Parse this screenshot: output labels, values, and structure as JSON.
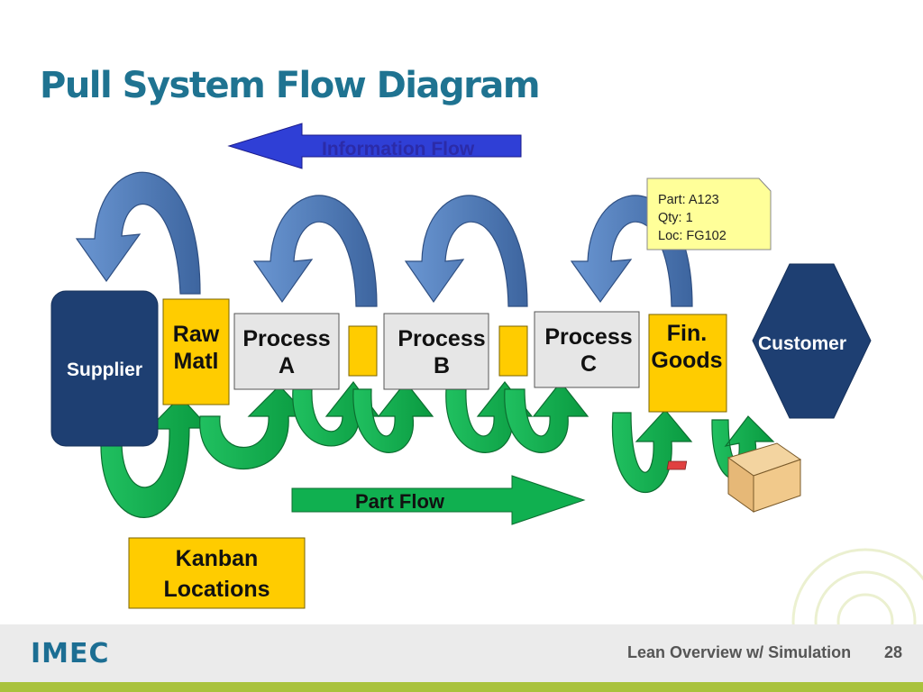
{
  "slide": {
    "title": "Pull System Flow Diagram",
    "page_number": "28",
    "footer_text": "Lean Overview w/ Simulation",
    "logo_text": "IMEC"
  },
  "diagram": {
    "info_flow_label": "Information Flow",
    "part_flow_label": "Part Flow",
    "nodes": {
      "supplier": "Supplier",
      "raw_matl_line1": "Raw",
      "raw_matl_line2": "Matl",
      "process_a_line1": "Process",
      "process_a_line2": "A",
      "process_b_line1": "Process",
      "process_b_line2": "B",
      "process_c_line1": "Process",
      "process_c_line2": "C",
      "fin_goods_line1": "Fin.",
      "fin_goods_line2": "Goods",
      "customer": "Customer"
    },
    "kanban_card": {
      "part": "Part: A123",
      "qty": "Qty: 1",
      "loc": "Loc: FG102"
    },
    "kanban_legend_line1": "Kanban",
    "kanban_legend_line2": "Locations"
  },
  "colors": {
    "title": "#1f7391",
    "blue_arrow": "#4a78b8",
    "green_arrow": "#0ea44c",
    "kanban_yellow": "#ffcc00",
    "supplier_fill": "#1e3f72",
    "process_fill": "#e6e6e6",
    "card_fill": "#ffff99"
  }
}
